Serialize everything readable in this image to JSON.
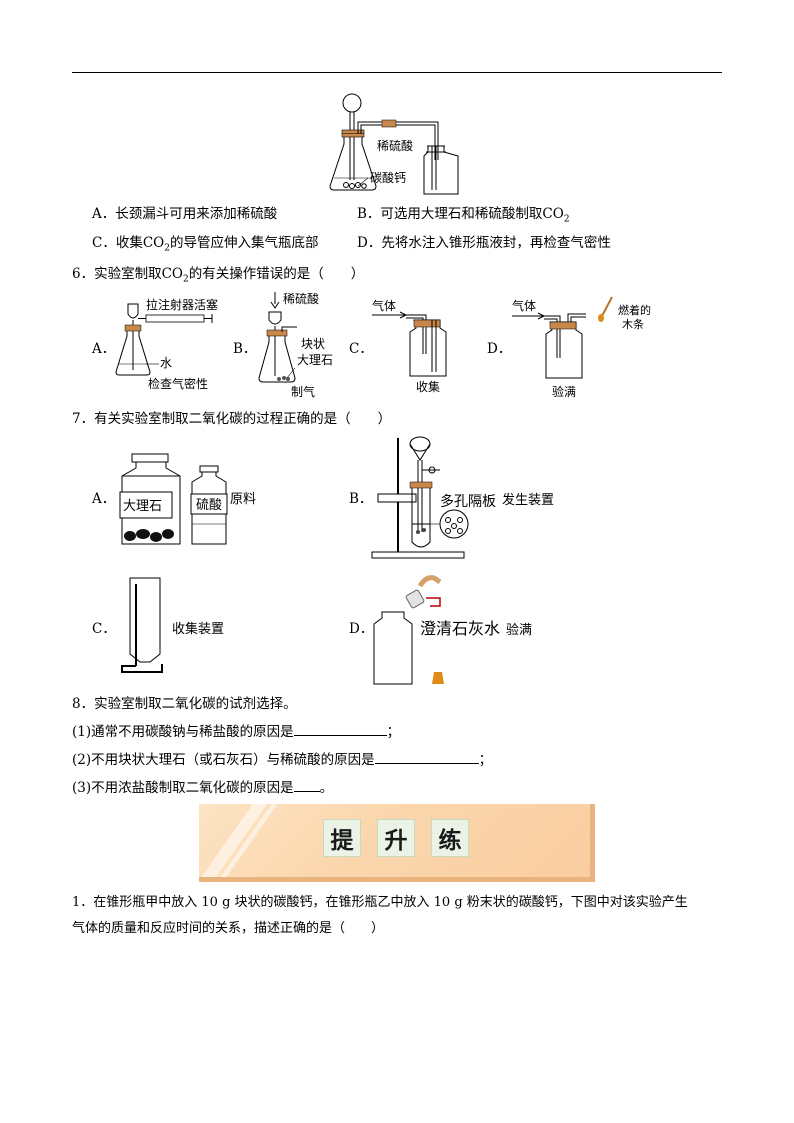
{
  "q5": {
    "figure": {
      "label_acid": "稀硫酸",
      "label_solid": "碳酸钙"
    },
    "options": {
      "a": "A．长颈漏斗可用来添加稀硫酸",
      "b_pre": "B．可选用大理石和稀硫酸制取CO",
      "b_sub": "2",
      "c_pre": "C．收集CO",
      "c_sub": "2",
      "c_post": "的导管应伸入集气瓶底部",
      "d": "D．先将水注入锥形瓶液封，再检查气密性"
    }
  },
  "q6": {
    "stem_pre": "6．实验室制取CO",
    "stem_sub": "2",
    "stem_post": "的有关操作错误的是（　　）",
    "a": {
      "letter": "A．",
      "syringe": "拉注射器活塞",
      "water": "水",
      "caption": "检查气密性"
    },
    "b": {
      "letter": "B．",
      "acid": "稀硫酸",
      "solid1": "块状",
      "solid2": "大理石",
      "caption": "制气"
    },
    "c": {
      "letter": "C．",
      "gas": "气体",
      "caption": "收集"
    },
    "d": {
      "letter": "D．",
      "gas": "气体",
      "stick1": "燃着的",
      "stick2": "木条",
      "caption": "验满"
    }
  },
  "q7": {
    "stem": "7．有关实验室制取二氧化碳的过程正确的是（　　）",
    "a": {
      "letter": "A．",
      "bottle1": "大理石",
      "bottle2": "硫酸",
      "caption": "原料"
    },
    "b": {
      "letter": "B．",
      "plate": "多孔隔板",
      "caption": "发生装置"
    },
    "c": {
      "letter": "C．",
      "caption": "收集装置"
    },
    "d": {
      "letter": "D．",
      "liquid": "澄清石灰水",
      "caption": "验满"
    }
  },
  "q8": {
    "stem": "8．实验室制取二氧化碳的试剂选择。",
    "p1": "(1)通常不用碳酸钠与稀盐酸的原因是",
    "p1_end": "；",
    "p2": "(2)不用块状大理石（或石灰石）与稀硫酸的原因是",
    "p2_end": "；",
    "p3": "(3)不用浓盐酸制取二氧化碳的原因是",
    "p3_end": "。"
  },
  "banner": {
    "c1": "提",
    "c2": "升",
    "c3": "练"
  },
  "p1": {
    "line1": "1．在锥形瓶甲中放入 10 g 块状的碳酸钙，在锥形瓶乙中放入 10 g 粉末状的碳酸钙，下图中对该实验产生",
    "line2": "气体的质量和反应时间的关系，描述正确的是（　　）"
  }
}
